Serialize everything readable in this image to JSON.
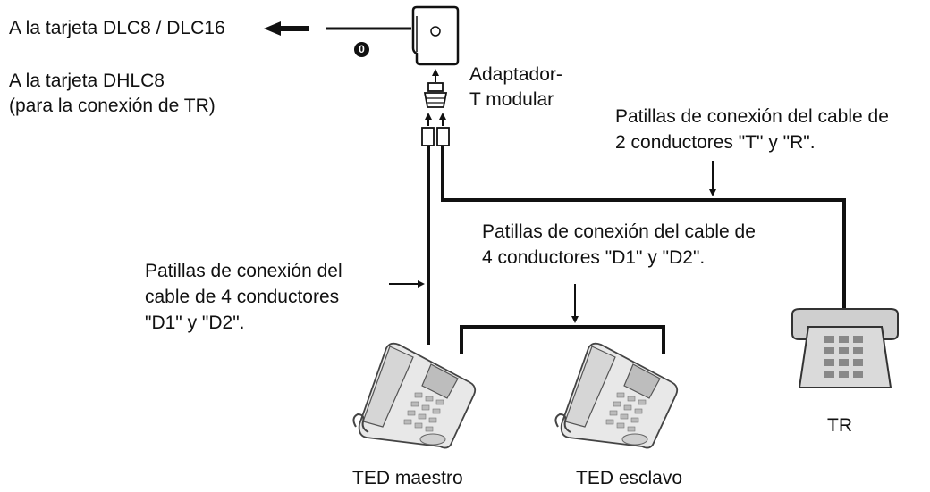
{
  "labels": {
    "dlc_card": "A la tarjeta DLC8 / DLC16",
    "or_marker": "0",
    "dhlc_card": "A la tarjeta DHLC8",
    "dhlc_note": "(para la conexión de TR)",
    "adapter_line1": "Adaptador-",
    "adapter_line2": "T modular",
    "pins_2wire_line1": "Patillas de conexión del cable de",
    "pins_2wire_line2": "2 conductores \"T\" y \"R\".",
    "pins_4wire_mid_line1": "Patillas de conexión del cable de",
    "pins_4wire_mid_line2": "4 conductores \"D1\" y \"D2\".",
    "pins_4wire_left_line1": "Patillas de conexión del",
    "pins_4wire_left_line2": "cable de 4 conductores",
    "pins_4wire_left_line3": "\"D1\" y \"D2\".",
    "ted_master": "TED maestro",
    "ted_slave": "TED esclavo",
    "tr": "TR"
  },
  "icons": [
    "wall-socket-icon",
    "modular-t-adapter-icon",
    "plug-icon",
    "digital-proprietary-telephone-icon",
    "single-line-telephone-icon",
    "arrow-icon"
  ]
}
